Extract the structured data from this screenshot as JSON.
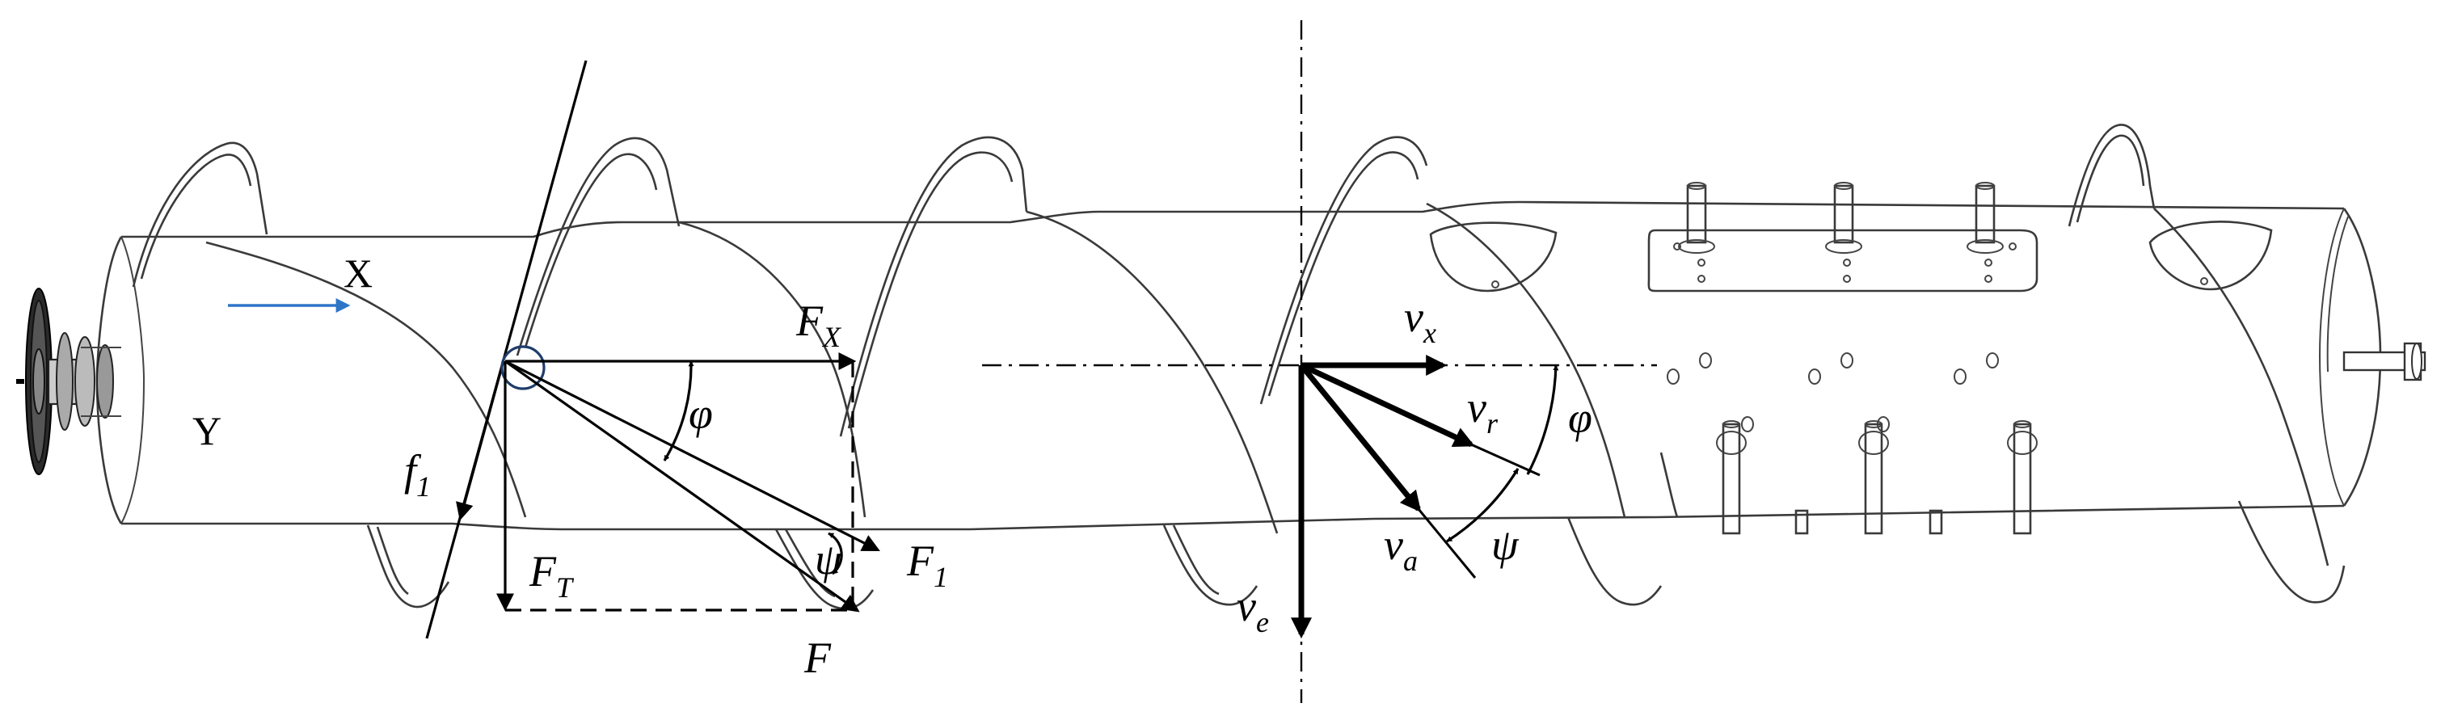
{
  "colors": {
    "axis_arrow": "#2e75c8",
    "line": "#000000",
    "outline": "#3a3a3a"
  },
  "labels": {
    "x_axis": "X",
    "y_axis": "Y",
    "f1": {
      "main": "f",
      "sub": "1"
    },
    "fx": {
      "main": "F",
      "sub": "X"
    },
    "ft": {
      "main": "F",
      "sub": "T"
    },
    "f1_big": {
      "main": "F",
      "sub": "1"
    },
    "f": "F",
    "phi_left": "φ",
    "psi_left": "ψ",
    "vx": {
      "main": "v",
      "sub": "x"
    },
    "vr": {
      "main": "v",
      "sub": "r"
    },
    "va": {
      "main": "v",
      "sub": "a"
    },
    "ve": {
      "main": "v",
      "sub": "e"
    },
    "phi_right": "φ",
    "psi_right": "ψ"
  }
}
